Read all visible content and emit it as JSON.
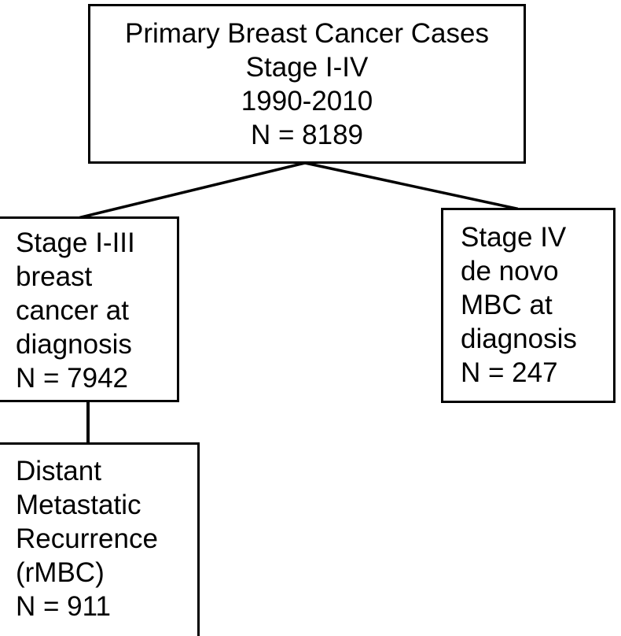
{
  "diagram": {
    "title": "Primary Breast Cancer Cases study flow diagram",
    "type": "flowchart",
    "orientation": "top-down",
    "colors": {
      "box_border": "#000000",
      "box_fill": "#ffffff",
      "connector": "#000000",
      "text": "#000000"
    },
    "nodes": {
      "root": {
        "id": "root",
        "text": "Primary Breast Cancer Cases\nStage I-IV\n1990-2010\nN = 8189",
        "lines": [
          "Primary Breast Cancer Cases",
          "Stage I-IV",
          "1990-2010",
          "N = 8189"
        ],
        "label": "Primary Breast Cancer Cases",
        "stage": "Stage I-IV",
        "period": "1990-2010",
        "n_label": "N = 8189",
        "n": 8189,
        "align": "center"
      },
      "stage_i_iii": {
        "id": "stage-i-iii",
        "text": "Stage I-III\nbreast\ncancer at\ndiagnosis\nN = 7942",
        "lines": [
          "Stage I-III",
          "breast",
          "cancer at",
          "diagnosis",
          "N = 7942"
        ],
        "label": "Stage I-III breast cancer at diagnosis",
        "n_label": "N = 7942",
        "n": 7942,
        "align": "left"
      },
      "stage_iv": {
        "id": "stage-iv",
        "text": "Stage IV\nde novo\nMBC at\ndiagnosis\nN = 247",
        "lines": [
          "Stage IV",
          "de novo",
          "MBC at",
          "diagnosis",
          "N = 247"
        ],
        "label": "Stage IV de novo MBC at diagnosis",
        "n_label": "N = 247",
        "n": 247,
        "align": "left"
      },
      "rmbc": {
        "id": "rmbc",
        "text": "Distant\nMetastatic\nRecurrence\n(rMBC)\nN = 911",
        "lines": [
          "Distant",
          "Metastatic",
          "Recurrence",
          "(rMBC)",
          "N = 911"
        ],
        "label": "Distant Metastatic Recurrence (rMBC)",
        "n_label": "N = 911",
        "n": 911,
        "align": "left"
      }
    },
    "edges": [
      {
        "id": "root-to-stage-i-iii",
        "from": "root",
        "to": "stage_i_iii",
        "style": "diagonal"
      },
      {
        "id": "root-to-stage-iv",
        "from": "root",
        "to": "stage_iv",
        "style": "diagonal"
      },
      {
        "id": "stage-i-iii-to-rmbc",
        "from": "stage_i_iii",
        "to": "rmbc",
        "style": "vertical"
      }
    ]
  }
}
